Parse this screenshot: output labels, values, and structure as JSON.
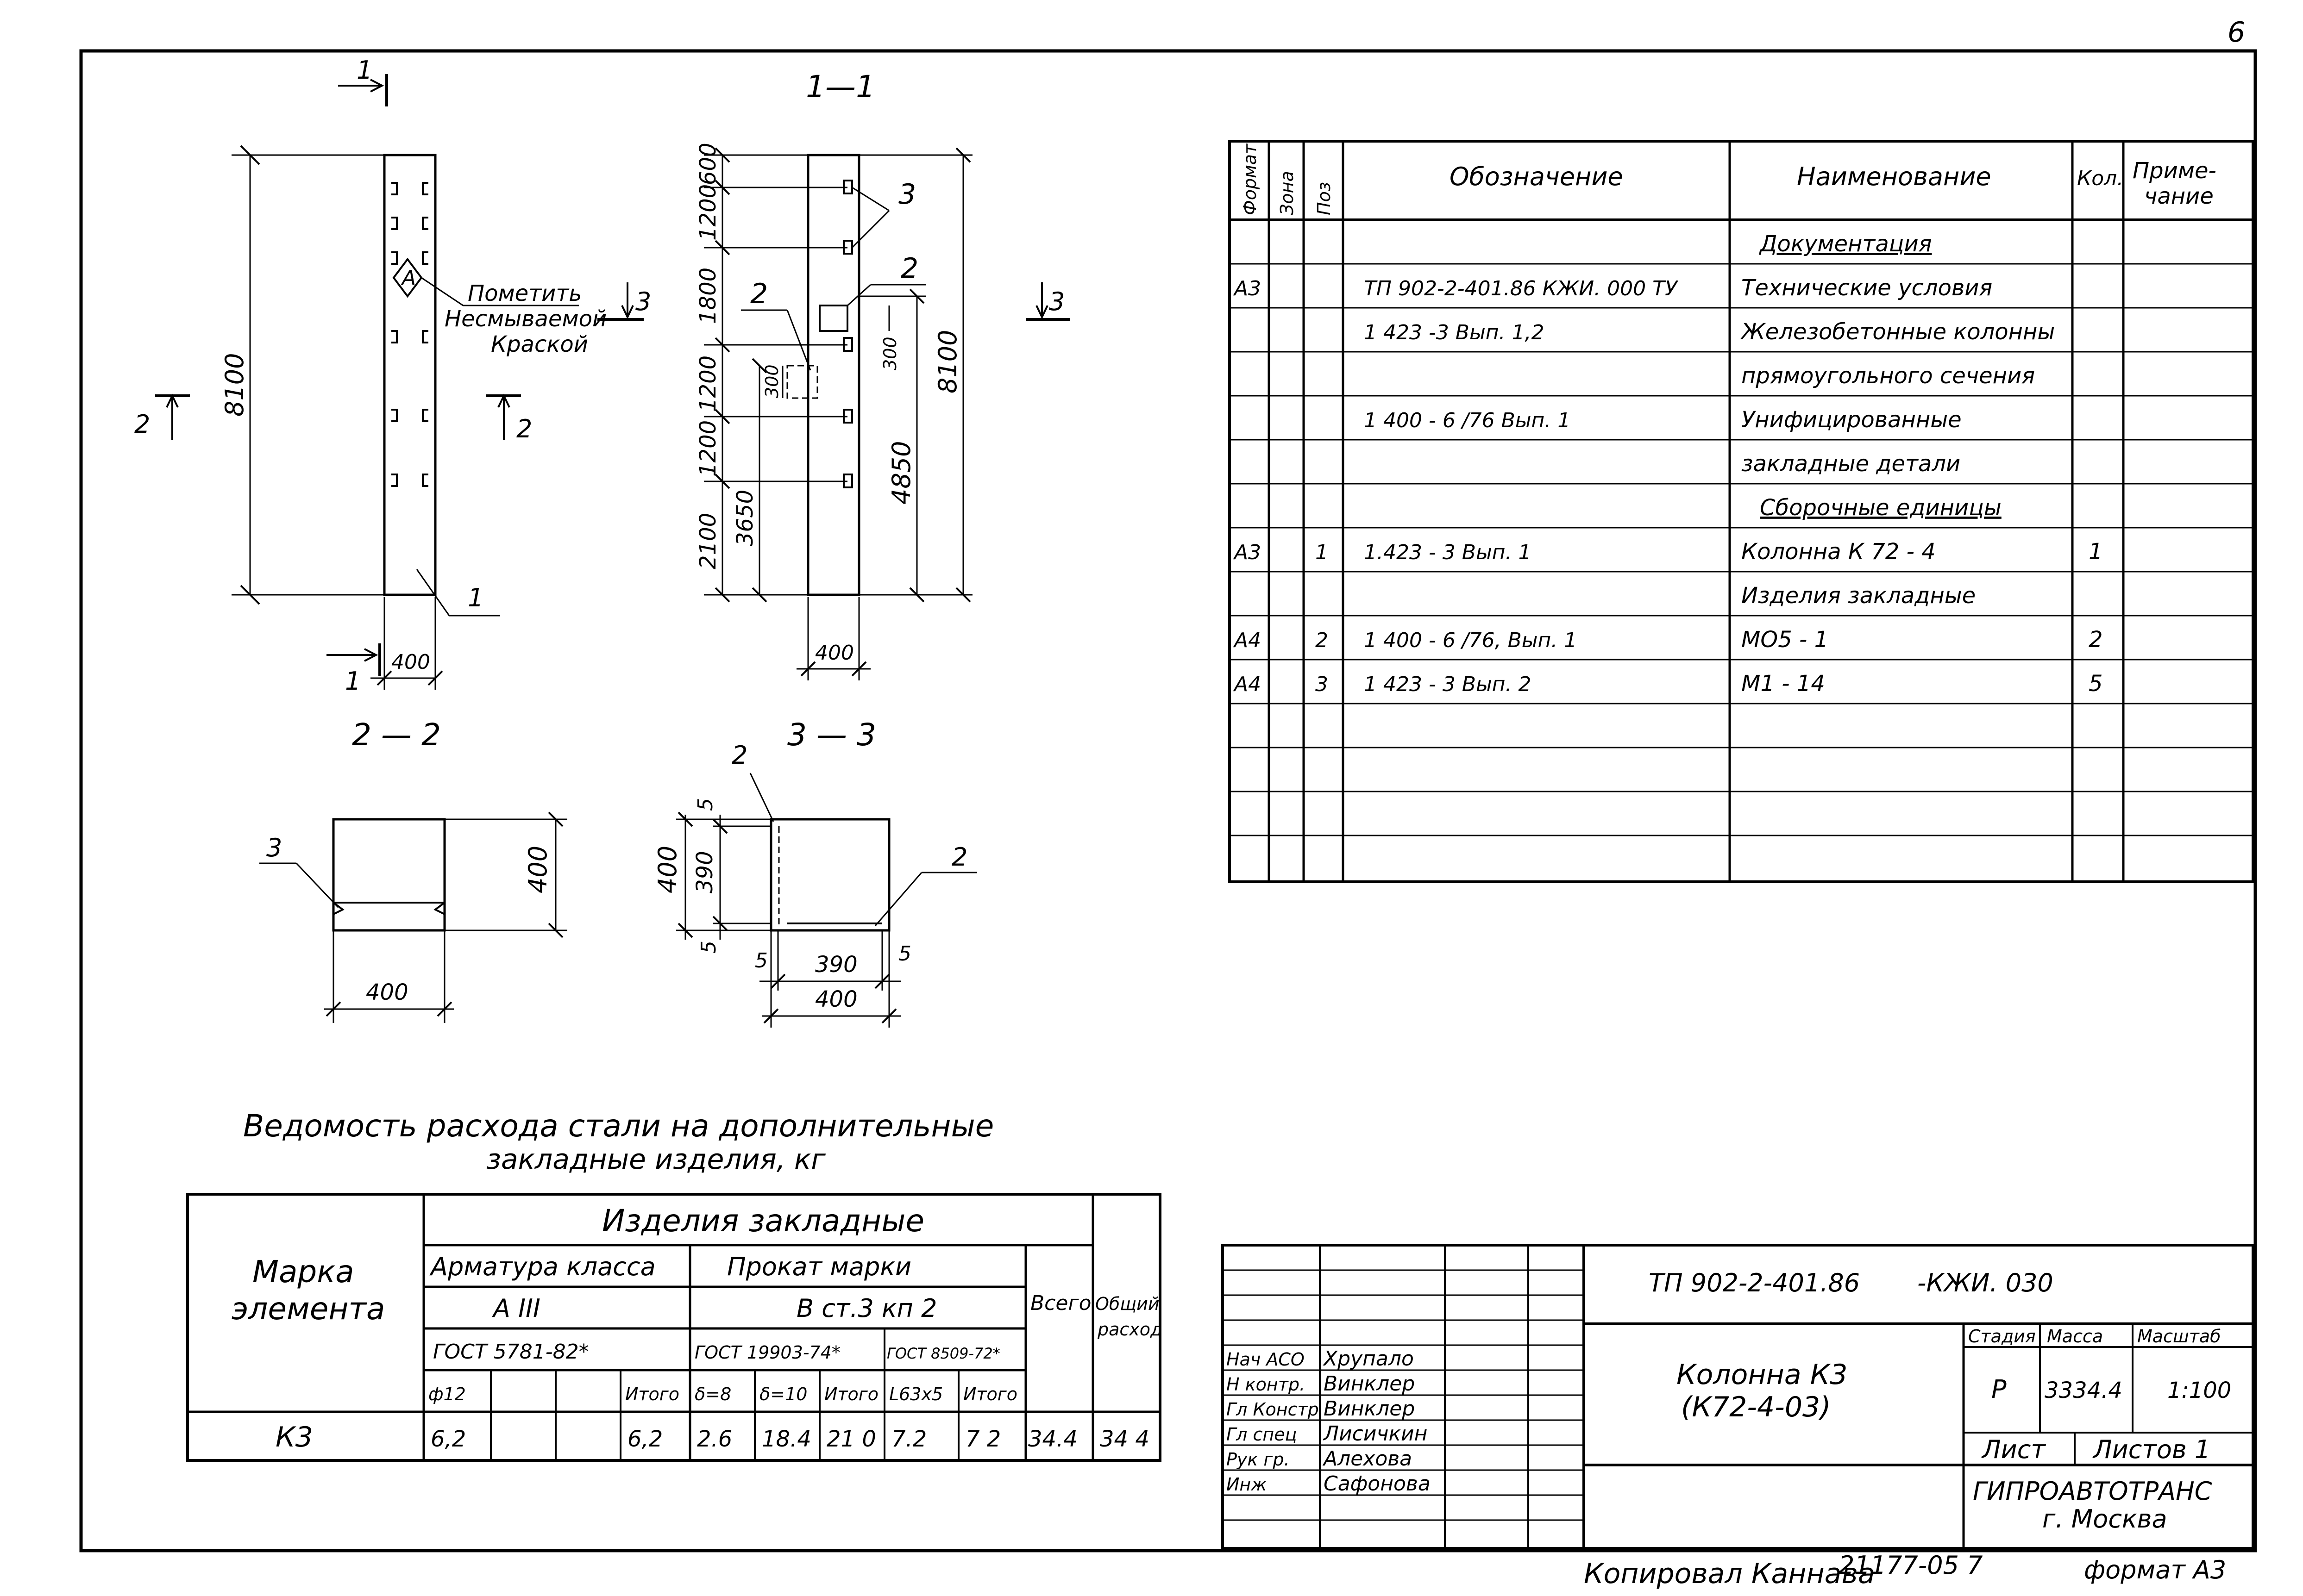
{
  "page_number": "6",
  "views": {
    "elevation": {
      "section_mark": "1",
      "section_mark_bottom": "1",
      "height_dim": "8100",
      "width_dim": "400",
      "mark_badge": "A",
      "note_lines": [
        "Пометить",
        "Несмываемой",
        "Краской"
      ],
      "callout_1": "1",
      "section_2_left": "2",
      "section_2_right": "2",
      "section_3_left": "3",
      "section_3_right": "3"
    },
    "section_11": {
      "title": "1—1",
      "dims_left": [
        "600",
        "1200",
        "1800",
        "1200",
        "1200",
        "2100"
      ],
      "dim_3650": "3650",
      "dim_300_left": "300",
      "dim_300_right": "300",
      "dim_4850": "4850",
      "dim_8100": "8100",
      "width_dim": "400",
      "callout_3": "3",
      "callout_2_right": "2",
      "callout_2_left": "2"
    },
    "section_22": {
      "title": "2 — 2",
      "callout_3": "3",
      "dim_h": "400",
      "dim_w": "400"
    },
    "section_33": {
      "title": "3 — 3",
      "callout_2_top": "2",
      "callout_2_right": "2",
      "dim_400_v": "400",
      "dim_390_v": "390",
      "dim_5_top": "5",
      "dim_5_bottom": "5",
      "dim_5_left": "5",
      "dim_390_h": "390",
      "dim_5_right": "5",
      "dim_400_h": "400"
    }
  },
  "spec_table": {
    "headers": [
      "Формат",
      "Зона",
      "Поз",
      "Обозначение",
      "Наименование",
      "Кол.",
      "Приме-",
      "чание"
    ],
    "rows": [
      {
        "format": "",
        "zone": "",
        "pos": "",
        "code": "",
        "name": "Документация",
        "qty": "",
        "note": "",
        "heading": true
      },
      {
        "format": "А3",
        "zone": "",
        "pos": "",
        "code": "ТП 902-2-401.86 КЖИ. 000 ТУ",
        "name": "Технические условия",
        "qty": "",
        "note": ""
      },
      {
        "format": "",
        "zone": "",
        "pos": "",
        "code": "1 423 -3  Вып. 1,2",
        "name": "Железобетонные колонны",
        "qty": "",
        "note": ""
      },
      {
        "format": "",
        "zone": "",
        "pos": "",
        "code": "",
        "name": "прямоугольного сечения",
        "qty": "",
        "note": ""
      },
      {
        "format": "",
        "zone": "",
        "pos": "",
        "code": "1  400 - 6 /76   Вып. 1",
        "name": "Унифицированные",
        "qty": "",
        "note": ""
      },
      {
        "format": "",
        "zone": "",
        "pos": "",
        "code": "",
        "name": "закладные  детали",
        "qty": "",
        "note": ""
      },
      {
        "format": "",
        "zone": "",
        "pos": "",
        "code": "",
        "name": "Сборочные единицы",
        "qty": "",
        "note": "",
        "heading": true
      },
      {
        "format": "А3",
        "zone": "",
        "pos": "1",
        "code": "1.423 - 3  Вып. 1",
        "name": "Колонна  К 72 - 4",
        "qty": "1",
        "note": ""
      },
      {
        "format": "",
        "zone": "",
        "pos": "",
        "code": "",
        "name": "Изделия  закладные",
        "qty": "",
        "note": ""
      },
      {
        "format": "А4",
        "zone": "",
        "pos": "2",
        "code": "1 400 - 6 /76,  Вып. 1",
        "name": "МО5 - 1",
        "qty": "2",
        "note": ""
      },
      {
        "format": "А4",
        "zone": "",
        "pos": "3",
        "code": "1 423 - 3  Вып. 2",
        "name": "М1 - 14",
        "qty": "5",
        "note": ""
      },
      {
        "format": "",
        "zone": "",
        "pos": "",
        "code": "",
        "name": "",
        "qty": "",
        "note": ""
      },
      {
        "format": "",
        "zone": "",
        "pos": "",
        "code": "",
        "name": "",
        "qty": "",
        "note": ""
      },
      {
        "format": "",
        "zone": "",
        "pos": "",
        "code": "",
        "name": "",
        "qty": "",
        "note": ""
      },
      {
        "format": "",
        "zone": "",
        "pos": "",
        "code": "",
        "name": "",
        "qty": "",
        "note": ""
      }
    ]
  },
  "steel_table": {
    "title_line1": "Ведомость  расхода  стали  на  дополнительные",
    "title_line2": "закладные  изделия, кг",
    "h_mark_1": "Марка",
    "h_mark_2": "элемента",
    "h_group": "Изделия  закладные",
    "h_rebar": "Арматура класса",
    "h_rolled": "Прокат  марки",
    "h_class": "А III",
    "h_steel": "В ст.3  кп 2",
    "h_gost1": "ГОСТ  5781-82*",
    "h_gost2": "ГОСТ 19903-74*",
    "h_gost3": "ГОСТ 8509-72*",
    "h_total": "Всего",
    "h_overall_1": "Общий",
    "h_overall_2": "расход",
    "sub": [
      "ф12",
      "",
      "",
      "Итого",
      "δ=8",
      "δ=10",
      "Итого",
      "L63х5",
      "Итого"
    ],
    "row": {
      "mark": "К3",
      "cells": [
        "6,2",
        "",
        "",
        "6,2",
        "2.6",
        "18.4",
        "21 0",
        "7.2",
        "7 2"
      ],
      "total": "34.4",
      "overall": "34 4"
    }
  },
  "title_block": {
    "doc_code": "ТП 902-2-401.86",
    "doc_suffix": "-КЖИ. 030",
    "object_name_1": "Колонна  К3",
    "object_name_2": "(К72-4-03)",
    "h_stage": "Стадия",
    "h_mass": "Масса",
    "h_scale": "Масштаб",
    "stage": "Р",
    "mass": "3334.4",
    "scale": "1:100",
    "sheet_label": "Лист",
    "sheets_label": "Листов 1",
    "org_1": "ГИПРОАВТОТРАНС",
    "org_2": "г. Москва",
    "people": [
      {
        "role": "Нач АСО",
        "name": "Хрупало"
      },
      {
        "role": "Н контр.",
        "name": "Винклер"
      },
      {
        "role": "Гл Констр",
        "name": "Винклер"
      },
      {
        "role": "Гл спец",
        "name": "Лисичкин"
      },
      {
        "role": "Рук гр.",
        "name": "Алехова"
      },
      {
        "role": "Инж",
        "name": "Сафонова"
      }
    ]
  },
  "footer": {
    "copied": "Копировал  Каннава",
    "inv": "21177-05  7",
    "format": "формат А3"
  }
}
